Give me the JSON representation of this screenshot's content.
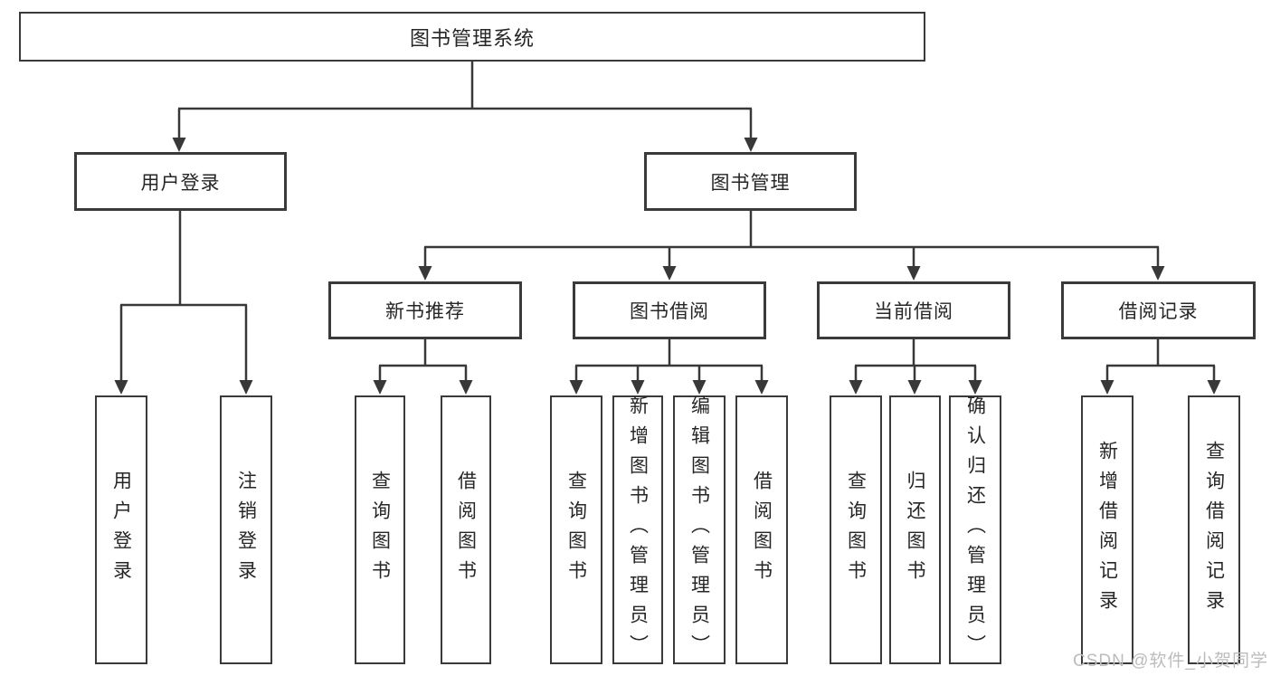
{
  "diagram": {
    "root": {
      "label": "图书管理系统"
    },
    "branches": [
      {
        "label": "用户登录",
        "children": [
          {
            "label": "用户登录"
          },
          {
            "label": "注销登录"
          }
        ]
      },
      {
        "label": "图书管理",
        "children": [
          {
            "label": "新书推荐",
            "children": [
              {
                "label": "查询图书"
              },
              {
                "label": "借阅图书"
              }
            ]
          },
          {
            "label": "图书借阅",
            "children": [
              {
                "label": "查询图书"
              },
              {
                "label": "新增图书（管理员）"
              },
              {
                "label": "编辑图书（管理员）"
              },
              {
                "label": "借阅图书"
              }
            ]
          },
          {
            "label": "当前借阅",
            "children": [
              {
                "label": "查询图书"
              },
              {
                "label": "归还图书"
              },
              {
                "label": "确认归还（管理员）"
              }
            ]
          },
          {
            "label": "借阅记录",
            "children": [
              {
                "label": "新增借阅记录"
              },
              {
                "label": "查询借阅记录"
              }
            ]
          }
        ]
      }
    ]
  },
  "watermark": "CSDN @软件_小贺同学",
  "colors": {
    "line": "#383838",
    "border": "#3a3a3a",
    "text": "#262626",
    "watermark": "#bcbcbc",
    "background": "#ffffff"
  }
}
